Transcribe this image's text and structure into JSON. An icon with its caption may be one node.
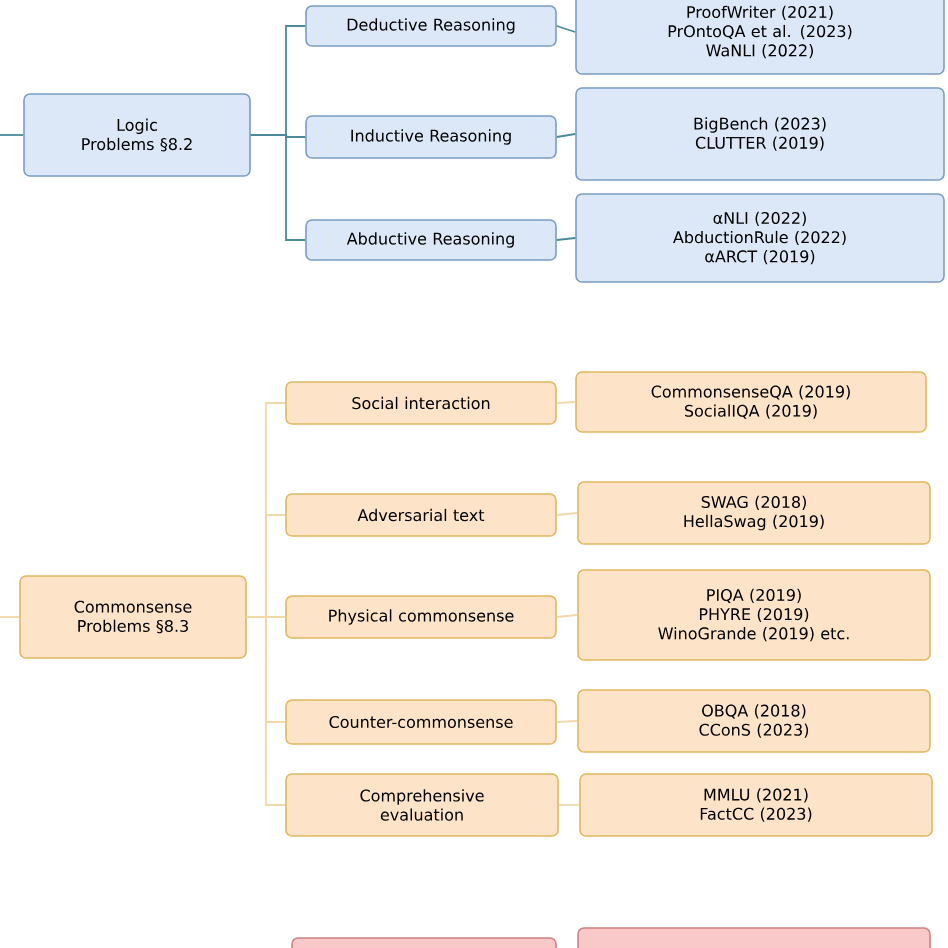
{
  "diagram": {
    "nodes": [
      {
        "text": [
          "Logic Problems §8.2"
        ]
      },
      {
        "text": [
          "Deductive Reasoning"
        ]
      },
      {
        "text": [
          "ProofWriter (2021)",
          "PrOntoQA et al. (2023)",
          "WaNLI (2022)"
        ]
      },
      {
        "text": [
          "Inductive Reasoning"
        ]
      },
      {
        "text": [
          "BigBench (2023)",
          "CLUTTER (2019)"
        ]
      },
      {
        "text": [
          "Abductive Reasoning"
        ]
      },
      {
        "text": [
          "αNLI (2022)",
          "AbductionRule (2022)",
          "αARCT (2019)"
        ]
      },
      {
        "text": [
          "Commonsense Problems §8.3"
        ]
      },
      {
        "text": [
          "Social interaction"
        ]
      },
      {
        "text": [
          "CommonsenseQA (2019)",
          "SocialIQA (2019)"
        ]
      },
      {
        "text": [
          "Adversarial text"
        ]
      },
      {
        "text": [
          "SWAG (2018)",
          "HellaSwag (2019)"
        ]
      },
      {
        "text": [
          "Physical commonsense"
        ]
      },
      {
        "text": [
          "PIQA (2019)",
          "PHYRE (2019)",
          "WinoGrande (2019) etc."
        ]
      },
      {
        "text": [
          "Counter-commonsense"
        ]
      },
      {
        "text": [
          "OBQA (2018)",
          "CConS (2023)"
        ]
      },
      {
        "text": [
          "Comprehensive evaluation"
        ]
      },
      {
        "text": [
          "MMLU (2021)",
          "FactCC (2023)"
        ]
      },
      {
        "text": [],
        "shape": "box"
      },
      {
        "text": [],
        "shape": "box"
      }
    ],
    "edges": [
      {
        "from": null,
        "to": 0,
        "arrow": "none",
        "color": "#4a8a9a"
      },
      {
        "from": 0,
        "to": 1,
        "arrow": "none",
        "color": "#4a8a9a"
      },
      {
        "from": 0,
        "to": 3,
        "arrow": "none",
        "color": "#4a8a9a"
      },
      {
        "from": 0,
        "to": 5,
        "arrow": "none",
        "color": "#4a8a9a"
      },
      {
        "from": 1,
        "to": 2,
        "arrow": "none",
        "color": "#4a8a9a"
      },
      {
        "from": 3,
        "to": 4,
        "arrow": "none",
        "color": "#4a8a9a"
      },
      {
        "from": 5,
        "to": 6,
        "arrow": "none",
        "color": "#4a8a9a"
      },
      {
        "from": null,
        "to": 7,
        "arrow": "none"
      },
      {
        "from": 7,
        "to": 8,
        "arrow": "none"
      },
      {
        "from": 7,
        "to": 10,
        "arrow": "none"
      },
      {
        "from": 7,
        "to": 12,
        "arrow": "none"
      },
      {
        "from": 7,
        "to": 14,
        "arrow": "none"
      },
      {
        "from": 7,
        "to": 16,
        "arrow": "none"
      },
      {
        "from": 8,
        "to": 9,
        "arrow": "none"
      },
      {
        "from": 10,
        "to": 11,
        "arrow": "none"
      },
      {
        "from": 12,
        "to": 13,
        "arrow": "none"
      },
      {
        "from": 14,
        "to": 15,
        "arrow": "none"
      },
      {
        "from": 16,
        "to": 17,
        "arrow": "none"
      }
    ]
  }
}
